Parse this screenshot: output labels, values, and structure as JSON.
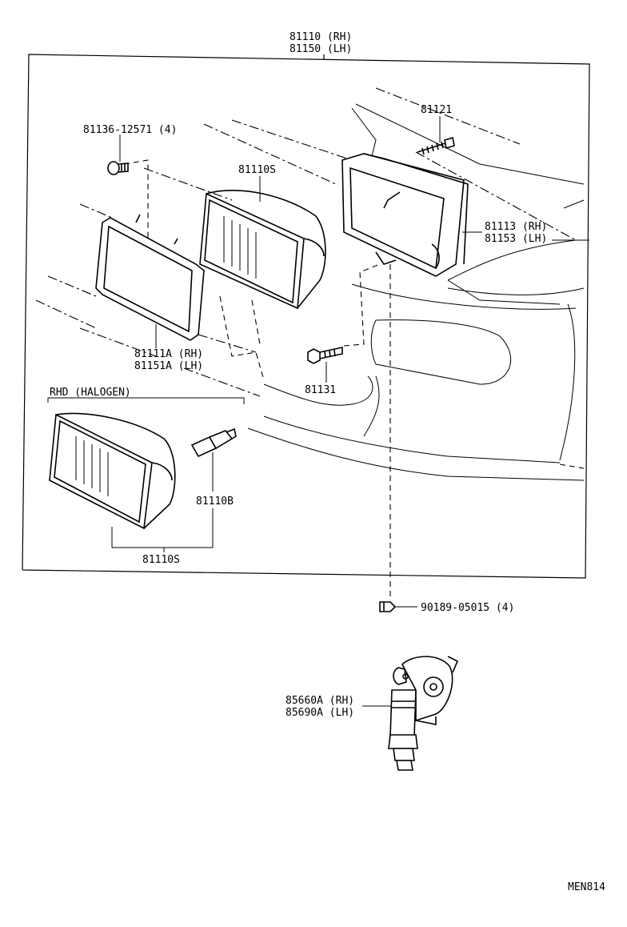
{
  "header": {
    "part_rh": "81110 (RH)",
    "part_lh": "81150 (LH)"
  },
  "labels": {
    "bolt_screw": "81136-12571 (4)",
    "unit_81110s_top": "81110S",
    "screw_81121": "81121",
    "housing_rh": "81113 (RH)",
    "housing_lh": "81153 (LH)",
    "gasket_rh": "81111A (RH)",
    "gasket_lh": "81151A (LH)",
    "bolt_81131": "81131",
    "rhd_halogen": "RHD (HALOGEN)",
    "bulb_81110b": "81110B",
    "unit_81110s_bottom": "81110S",
    "clip_part": "90189-05015 (4)",
    "switch_rh": "85660A (RH)",
    "switch_lh": "85690A (LH)",
    "diagram_code": "MEN814"
  }
}
